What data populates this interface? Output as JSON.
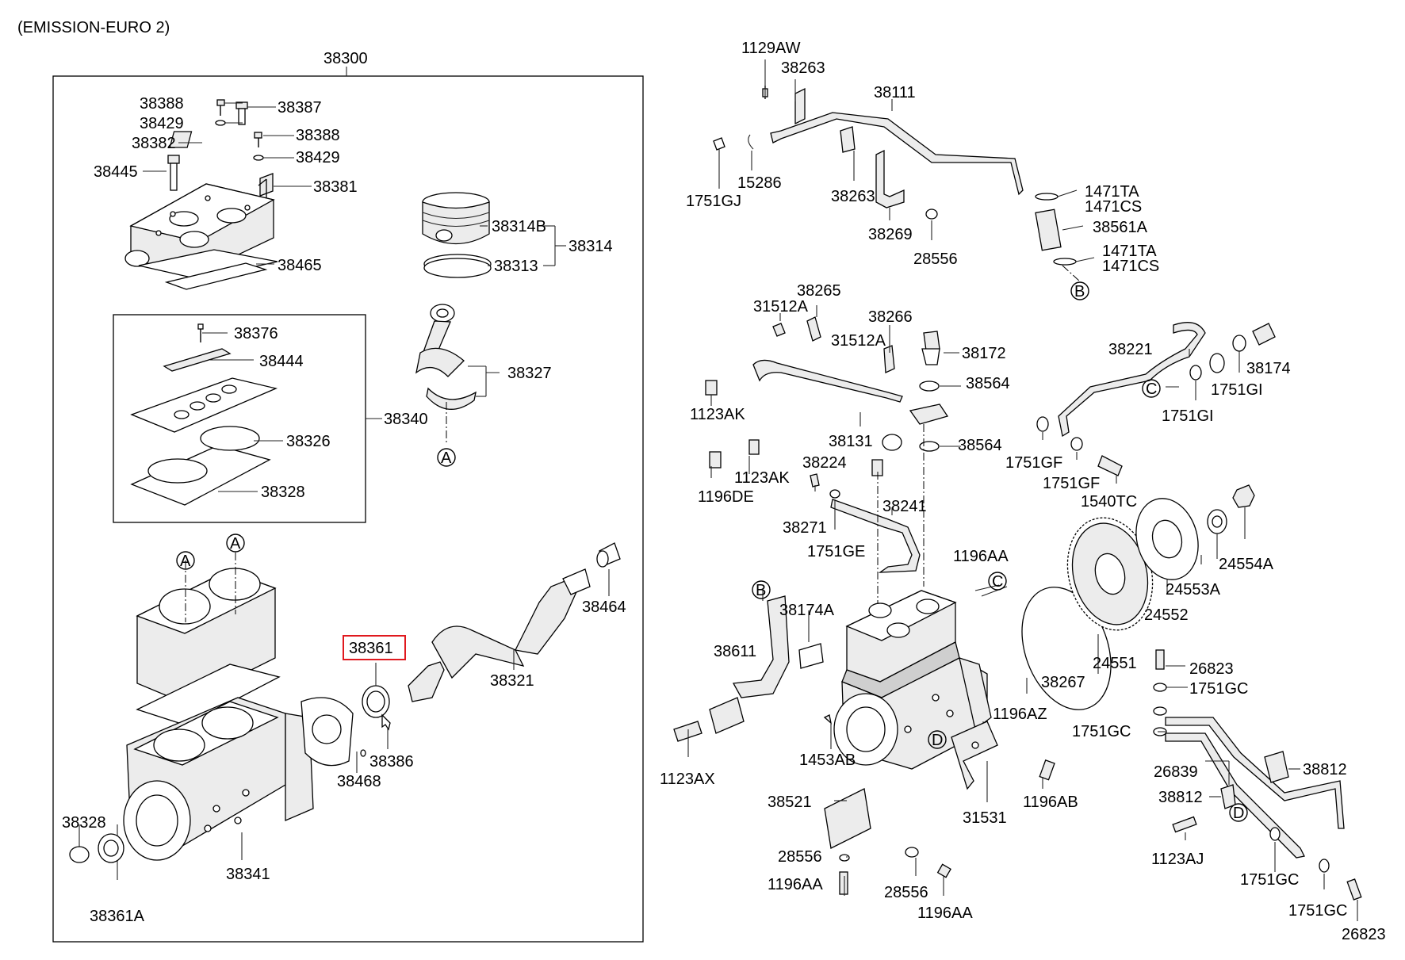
{
  "diagram": {
    "header": "(EMISSION-EURO 2)",
    "groups": {
      "assembly": "38300",
      "head_gasket_set": "38340",
      "piston_set": "38314"
    },
    "callouts": {
      "a1": "A",
      "a2": "A",
      "a3": "A",
      "b1": "B",
      "b2": "B",
      "c1": "C",
      "c2": "C",
      "d1": "D",
      "d2": "D"
    },
    "parts": {
      "p38388a": "38388",
      "p38387": "38387",
      "p38429a": "38429",
      "p38382": "38382",
      "p38388b": "38388",
      "p38429b": "38429",
      "p38445": "38445",
      "p38381": "38381",
      "p38465": "38465",
      "p38314b": "38314B",
      "p38313": "38313",
      "p38376": "38376",
      "p38444": "38444",
      "p38327": "38327",
      "p38326": "38326",
      "p38328a": "38328",
      "p38464": "38464",
      "p38361": "38361",
      "p38321": "38321",
      "p38386": "38386",
      "p38468": "38468",
      "p38328b": "38328",
      "p38341": "38341",
      "p38361a": "38361A",
      "p1129aw": "1129AW",
      "p38263a": "38263",
      "p38111": "38111",
      "p15286": "15286",
      "p1751gj": "1751GJ",
      "p38263b": "38263",
      "p1471ta1": "1471TA",
      "p1471cs1": "1471CS",
      "p38561a": "38561A",
      "p38269": "38269",
      "p28556a": "28556",
      "p1471ta2": "1471TA",
      "p1471cs2": "1471CS",
      "p38265": "38265",
      "p31512a1": "31512A",
      "p38266": "38266",
      "p31512a2": "31512A",
      "p38172": "38172",
      "p38221": "38221",
      "p38174": "38174",
      "p1123ak1": "1123AK",
      "p38564a": "38564",
      "p1751gi1": "1751GI",
      "p1751gi2": "1751GI",
      "p38131": "38131",
      "p38564b": "38564",
      "p1751gf1": "1751GF",
      "p1123ak2": "1123AK",
      "p38224": "38224",
      "p1751gf2": "1751GF",
      "p1196de": "1196DE",
      "p1540tc": "1540TC",
      "p38241": "38241",
      "p38271": "38271",
      "p1751ge": "1751GE",
      "p24554a": "24554A",
      "p1196aa1": "1196AA",
      "p24553a": "24553A",
      "p24552": "24552",
      "p38174a": "38174A",
      "p38611": "38611",
      "p24551": "24551",
      "p26823a": "26823",
      "p38267": "38267",
      "p1751gc1": "1751GC",
      "p1196az": "1196AZ",
      "p1751gc2": "1751GC",
      "p1453ab": "1453AB",
      "p26839": "26839",
      "p38812a": "38812",
      "p1123ax": "1123AX",
      "p1196ab": "1196AB",
      "p38812b": "38812",
      "p38521": "38521",
      "p31531": "31531",
      "p28556b": "28556",
      "p1123aj": "1123AJ",
      "p1751gc3": "1751GC",
      "p1196aa2": "1196AA",
      "p28556c": "28556",
      "p1751gc4": "1751GC",
      "p1196aa3": "1196AA",
      "p26823b": "26823"
    },
    "highlighted_part": "38361",
    "highlight_color": "#e0191e"
  }
}
